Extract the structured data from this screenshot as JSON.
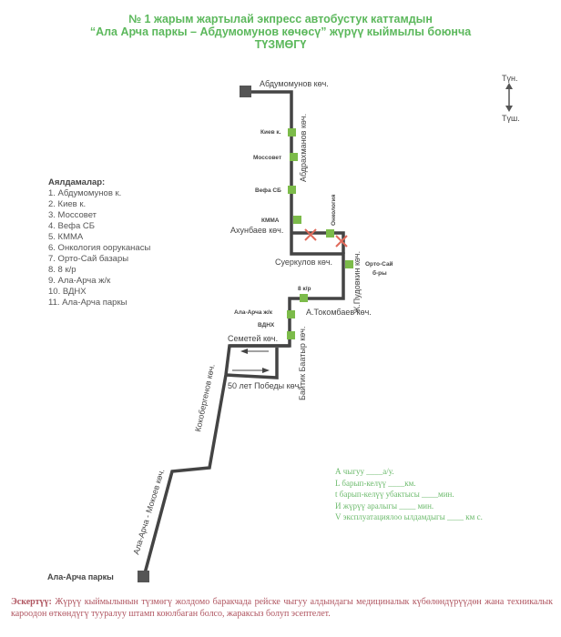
{
  "title": {
    "line1": "№  1  жарым жартылай экпресс автобустук каттамдын",
    "line2": "“Ала Арча паркы – Абдумомунов көчөсү” жүрүү кыймылы боюнча",
    "line3": "ТҮЗМӨГҮ"
  },
  "compass": {
    "north": "Түн.",
    "south": "Түш."
  },
  "legend": {
    "heading": "Аялдамалар:",
    "items": [
      "1. Абдумомунов к.",
      "2. Киев к.",
      "3. Моссовет",
      "4. Вефа СБ",
      "5. КММА",
      "6. Онкология ооруканасы",
      "7. Орто-Сай базары",
      "8. 8 к/р",
      "9. Ала-Арча ж/к",
      "10. ВДНХ",
      "11. Ала-Арча паркы"
    ]
  },
  "map": {
    "terminals": {
      "top": "Абдумомунов көч.",
      "bottom": "Ала-Арча паркы"
    },
    "streets": {
      "abdrakhmanov": "Абдрахманов көч.",
      "akhunbaev": "Ахунбаев көч.",
      "suyerkulov": "Суеркулов көч.",
      "pudovkin": "Ж.Пудовкин көч.",
      "tokombaev": "А.Токомбаев көч.",
      "semetey": "Семетей  көч.",
      "baitik": "Байтик Баатыр көч.",
      "pobedy": "50 лет Победы  көч.",
      "kokobergenov": "Кокобергенов көч.",
      "mokeev": "Ала-Арча - Мокоев көч."
    },
    "stops": {
      "kiev": "Киев к.",
      "mossovet": "Моссовет",
      "vefa": "Вефа СБ",
      "kmma": "КММА",
      "oncology": "Онкология",
      "orto_sai1": "Орто-Сай",
      "orto_sai2": "б-ры",
      "kr8": "8 к/р",
      "ala_archa": "Ала-Арча ж/к",
      "vdnh": "ВДНХ"
    },
    "colors": {
      "route": "#444444",
      "stop": "#7cbb4a",
      "closed": "#e06a5a"
    }
  },
  "params": {
    "l1": "А чыгуу ____а/у.",
    "l2": "L барып-келүү ____км.",
    "l3": "t барып-келүү убактысы ____мин.",
    "l4": "И жүрүү аралыгы ____   мин.",
    "l5": "V эксплуатациялоо ылдамдыгы ____ км с."
  },
  "note": {
    "label": "Эскертүү:",
    "text": " Жүрүү кыймылынын түзмөгү жолдомо баракчада рейске чыгуу алдындагы медициналык күбөлөндүрүүдөн жана техникалык кароодон өткөндүгү тууралуу штамп коюлбаган болсо, жараксыз болуп эсептелет."
  }
}
